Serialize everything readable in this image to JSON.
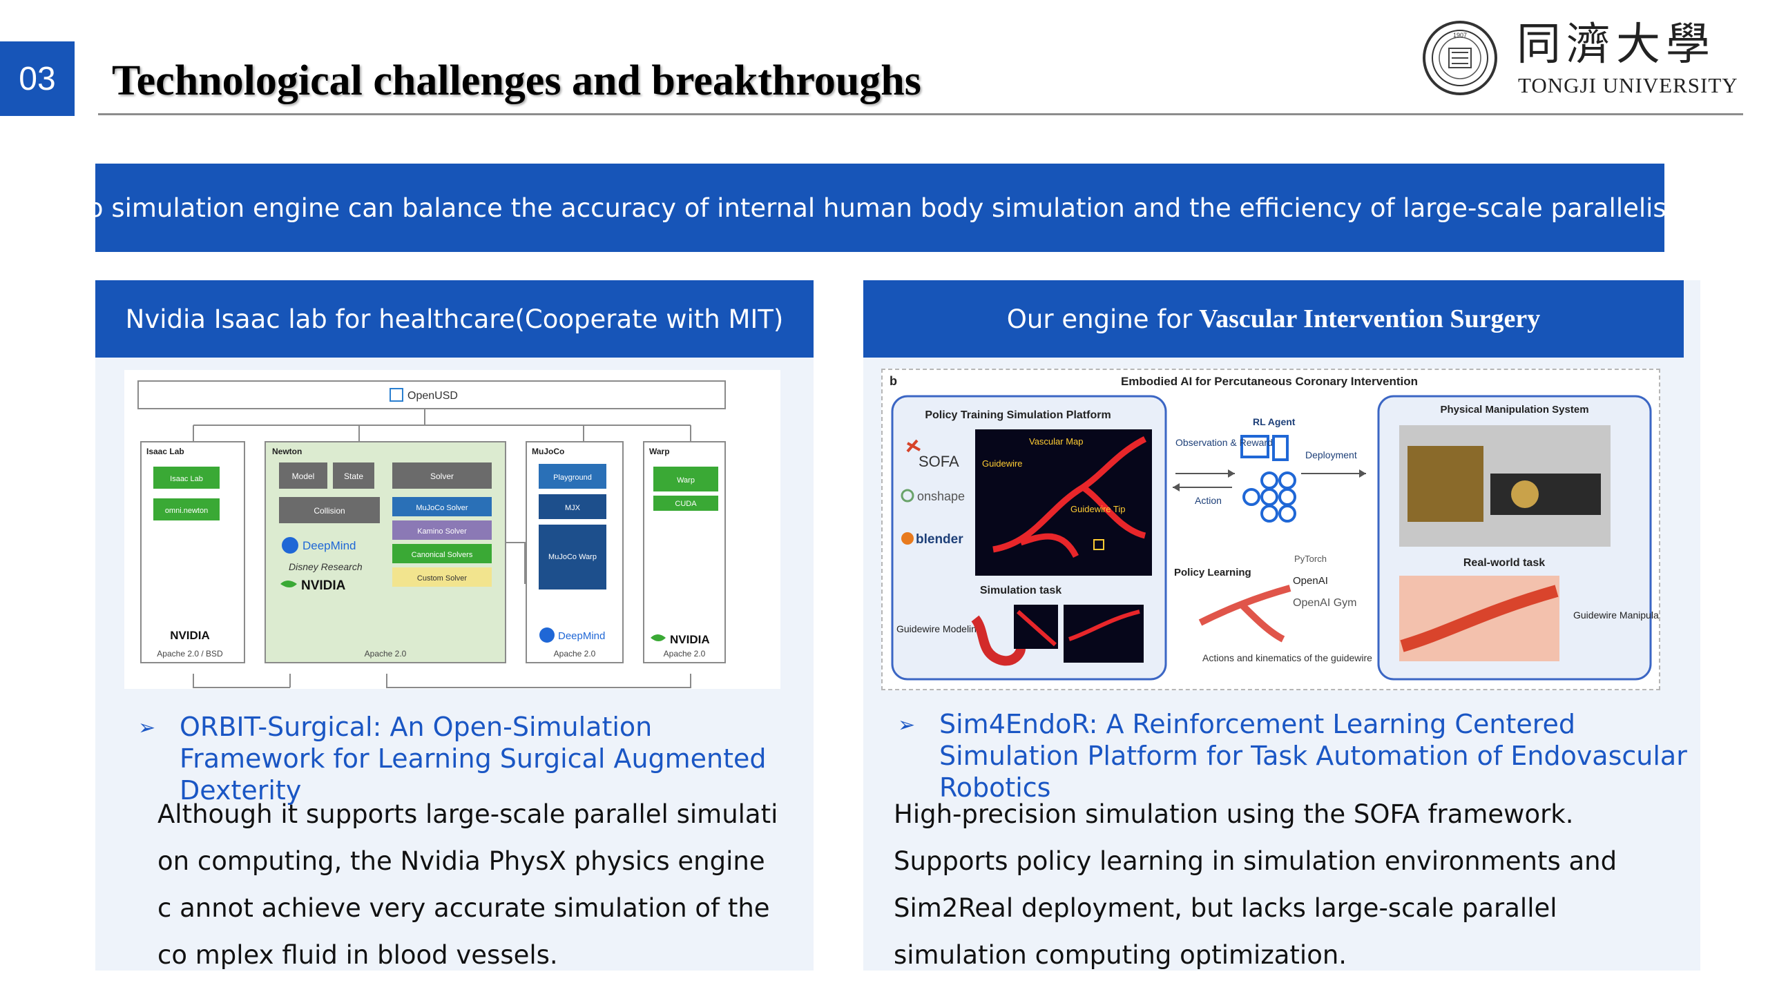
{
  "header": {
    "slide_number": "03",
    "title": "Technological challenges and breakthroughs",
    "logo_cn": "同濟大學",
    "logo_en": "TONGJI UNIVERSITY",
    "seal_text": "1907",
    "accent_color": "#1755b8"
  },
  "banner": {
    "text": "No simulation engine can balance the accuracy of internal human body simulation and the efficiency of large-scale parallelism"
  },
  "left_panel": {
    "header": "Nvidia Isaac lab for healthcare(Cooperate with MIT)",
    "diagram": {
      "top_label": "OpenUSD",
      "columns": [
        {
          "title": "Isaac Lab",
          "items": [
            "Isaac Lab",
            "omni.newton"
          ],
          "brand": "NVIDIA",
          "license": "Apache 2.0 / BSD"
        },
        {
          "title": "Newton",
          "items": [
            "Model",
            "State",
            "Solver",
            "Collision",
            "MuJoCo Solver",
            "Kamino Solver",
            "Canonical Solvers",
            "Custom Solver"
          ],
          "brands": [
            "DeepMind",
            "Disney Research",
            "NVIDIA"
          ],
          "license": "Apache 2.0"
        },
        {
          "title": "MuJoCo",
          "items": [
            "Playground",
            "MJX",
            "MuJoCo Warp"
          ],
          "brand": "DeepMind",
          "license": "Apache 2.0"
        },
        {
          "title": "Warp",
          "items": [
            "Warp",
            "CUDA"
          ],
          "brand": "NVIDIA",
          "license": "Apache 2.0"
        }
      ]
    },
    "paper_title": "ORBIT-Surgical: An Open-Simulation Framework for Learning Surgical Augmented Dexterity",
    "description": "Although it supports large-scale parallel simulati on computing, the Nvidia PhysX physics engine c annot achieve very accurate simulation of the co mplex fluid in blood vessels."
  },
  "right_panel": {
    "header_prefix": "Our engine for",
    "header_emphasis": "Vascular Intervention Surgery",
    "figure": {
      "panel_letter": "b",
      "title": "Embodied AI for Percutaneous Coronary Intervention",
      "policy_platform": "Policy Training Simulation Platform",
      "engines": [
        "SOFA",
        "onshape",
        "blender"
      ],
      "vascular_map": "Vascular Map",
      "guidewire": "Guidewire",
      "guidewire_tip": "Guidewire Tip",
      "simulation_task": "Simulation task",
      "guidewire_modeling": "Guidewire Modeling",
      "rl_agent": "RL Agent",
      "observation_reward": "Observation & Reward",
      "action": "Action",
      "deployment": "Deployment",
      "policy_learning": "Policy Learning",
      "frameworks": [
        "PyTorch",
        "OpenAI",
        "OpenAI Gym"
      ],
      "actions_kinematics": "Actions and kinematics of the guidewire",
      "physical_system": "Physical Manipulation System",
      "real_world_task": "Real-world task",
      "guidewire_manipulation": "Guidewire Manipulation"
    },
    "paper_title": "Sim4EndoR: A Reinforcement Learning Centered Simulation Platform  for Task Automation of Endovascular Robotics",
    "description": "High-precision simulation using the SOFA framework. Supports policy learning in simulation environments and Sim2Real deployment, but lacks large-scale parallel simulation computing optimization."
  }
}
